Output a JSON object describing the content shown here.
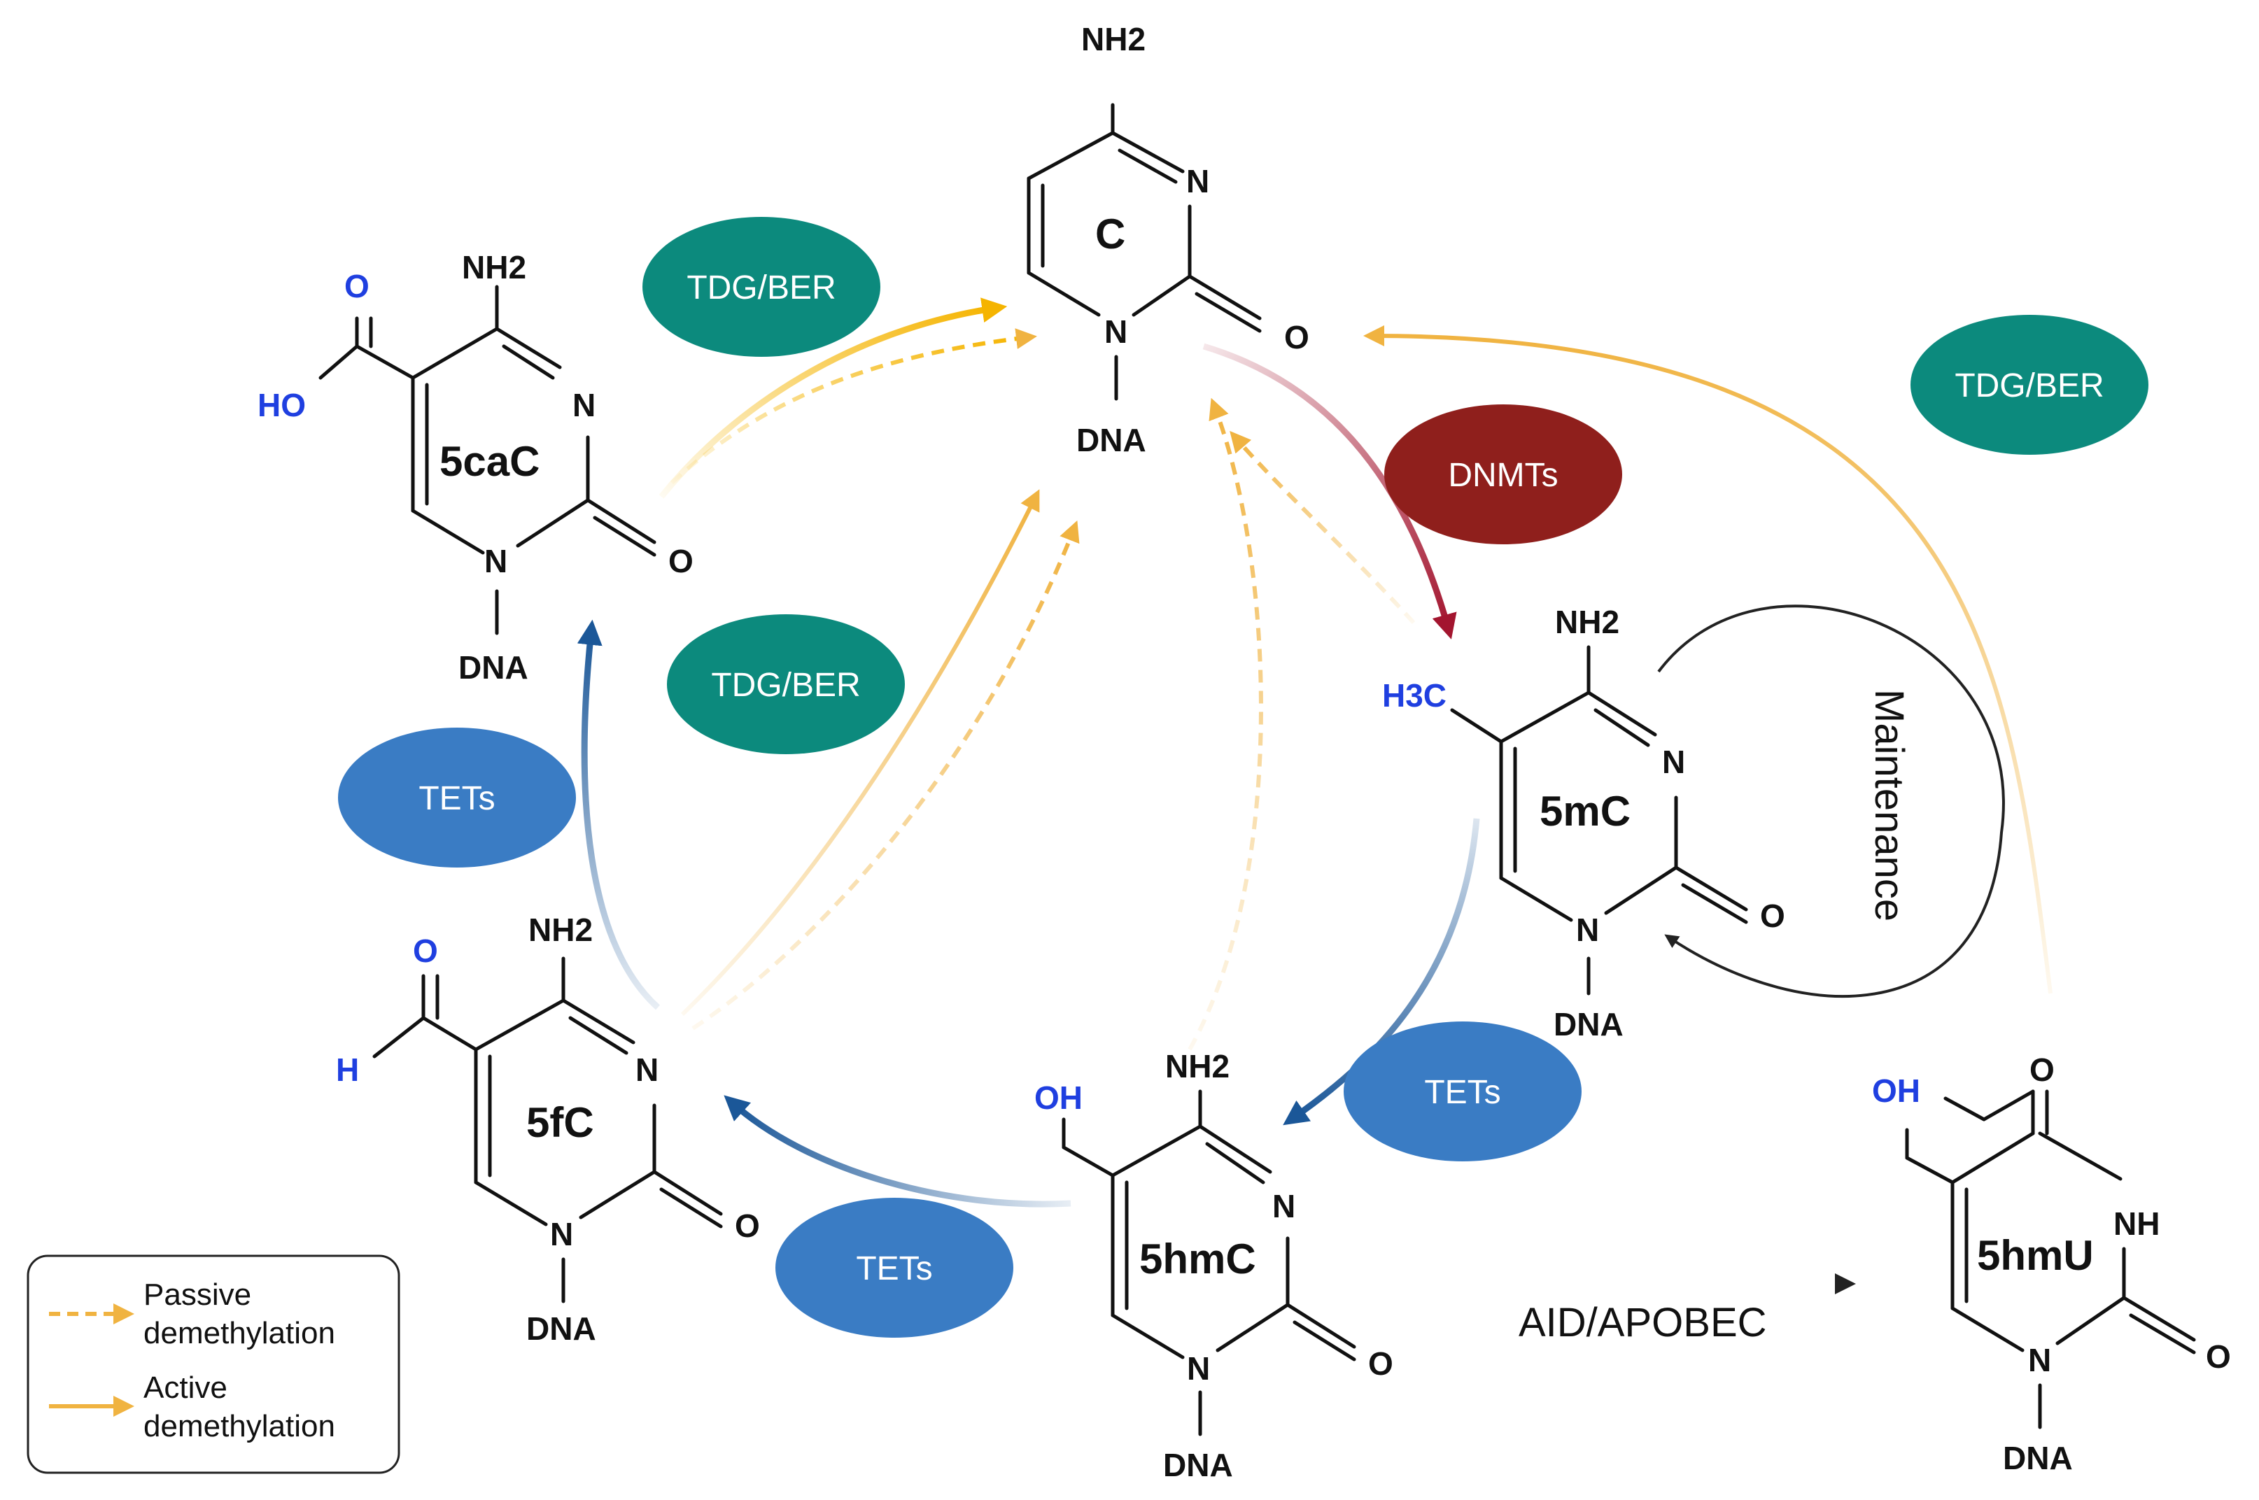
{
  "colors": {
    "teal": "#0c8a7d",
    "blue": "#3a7cc4",
    "dark_red": "#8f1f1c",
    "orange": "#f0b341",
    "navy": "#1b5798",
    "crimson": "#a3152f",
    "heteroatom_blue": "#1f3fe0"
  },
  "molecules": {
    "c": {
      "name": "C",
      "nh2": "NH2",
      "n3": "N",
      "n1": "N",
      "o2": "O",
      "dna": "DNA"
    },
    "cac": {
      "name": "5caC",
      "nh2": "NH2",
      "n3": "N",
      "n1": "N",
      "o2": "O",
      "dna": "DNA",
      "carbonyl_o": "O",
      "ho": "HO"
    },
    "mc": {
      "name": "5mC",
      "nh2": "NH2",
      "n3": "N",
      "n1": "N",
      "o2": "O",
      "dna": "DNA",
      "methyl": "H3C"
    },
    "fc": {
      "name": "5fC",
      "nh2": "NH2",
      "n3": "N",
      "n1": "N",
      "o2": "O",
      "dna": "DNA",
      "aldehyde_o": "O",
      "aldehyde_h": "H"
    },
    "hmc": {
      "name": "5hmC",
      "nh2": "NH2",
      "n3": "N",
      "n1": "N",
      "o2": "O",
      "dna": "DNA",
      "oh": "OH"
    },
    "hmu": {
      "name": "5hmU",
      "o4": "O",
      "nh": "NH",
      "n1": "N",
      "o2": "O",
      "dna": "DNA",
      "oh": "OH"
    }
  },
  "enzymes": {
    "tdg_top": "TDG/BER",
    "tdg_mid": "TDG/BER",
    "tdg_right": "TDG/BER",
    "dnmts": "DNMTs",
    "tets_left": "TETs",
    "tets_bottom": "TETs",
    "tets_right": "TETs"
  },
  "labels": {
    "maintenance": "Maintenance",
    "aid_apobec": "AID/APOBEC"
  },
  "legend": {
    "passive_line1": "Passive",
    "passive_line2": "demethylation",
    "active_line1": "Active",
    "active_line2": "demethylation"
  }
}
